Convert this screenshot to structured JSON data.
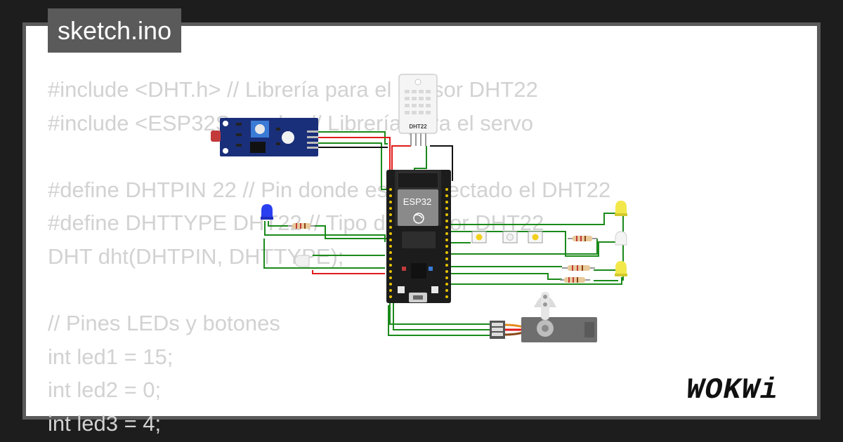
{
  "project": {
    "filename": "sketch.ino"
  },
  "code_lines": [
    "#include <DHT.h> // Librería para el sensor DHT22",
    "#include <ESP32Servo.h> // Librería para el servo",
    "",
    "#define DHTPIN 22 // Pin donde está conectado el DHT22",
    "#define DHTTYPE DHT22 // Tipo de sensor DHT22",
    "DHT dht(DHTPIN, DHTTYPE);",
    "",
    "// Pines LEDs y botones",
    "int led1 = 15;",
    "int led2 = 0;",
    "int led3 = 4;"
  ],
  "components": {
    "microcontroller_label": "ESP32",
    "sensor_label": "DHT22"
  },
  "branding": {
    "logo_text": "WOKWi"
  },
  "colors": {
    "background": "#1d1d1d",
    "frame": "#5a5a5a",
    "code_text": "#d2d2d2",
    "wire_green": "#1a8a1a",
    "wire_red": "#e11a1a",
    "wire_black": "#111111",
    "board_blue": "#1a2f7a",
    "esp32_board": "#1c1c1c"
  }
}
